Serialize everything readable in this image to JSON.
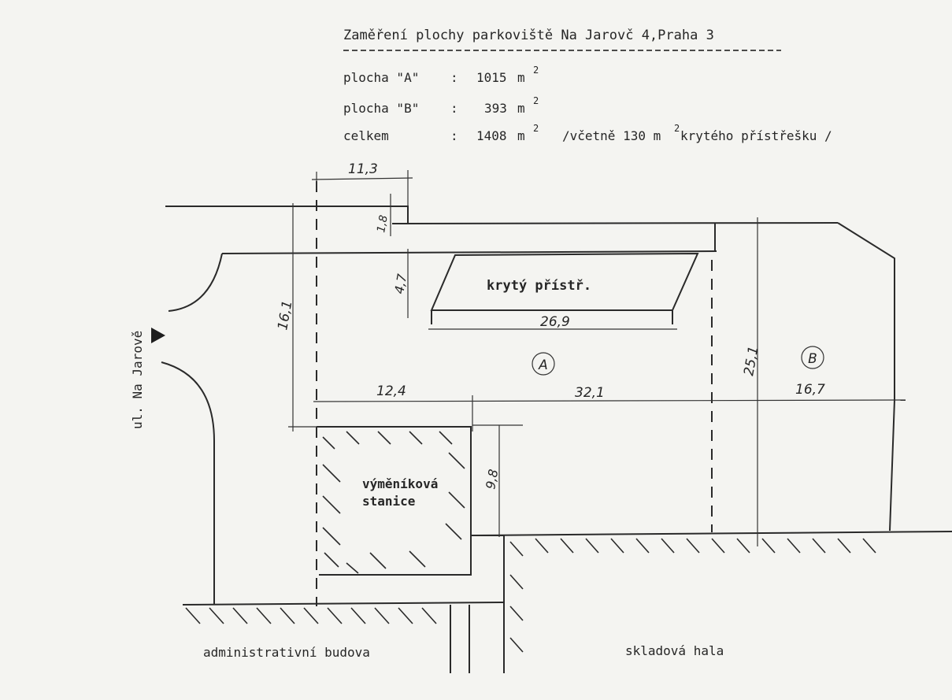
{
  "header": {
    "title": "Zaměření plochy parkoviště Na Jarovč 4,Praha 3",
    "rows": [
      {
        "label": "plocha \"A\"",
        "sep": ":",
        "value": "1015",
        "unit": "m",
        "sup": "2",
        "note": "",
        "note_sup": "",
        "note_end": ""
      },
      {
        "label": "plocha \"B\"",
        "sep": ":",
        "value": "393",
        "unit": "m",
        "sup": "2",
        "note": "",
        "note_sup": "",
        "note_end": ""
      },
      {
        "label": "celkem",
        "sep": ":",
        "value": "1408",
        "unit": "m",
        "sup": "2",
        "note": "/včetně 130 m",
        "note_sup": "2",
        "note_end": " krytého přístřešku /"
      }
    ]
  },
  "street": {
    "label": "ul. Na Jarově"
  },
  "areas": {
    "a": "A",
    "b": "B",
    "shelter": "krytý přístř."
  },
  "station": {
    "line1": "výměníková",
    "line2": "stanice"
  },
  "buildings": {
    "left": "administrativní budova",
    "right": "skladová hala"
  },
  "dimensions": {
    "d11_3": "11,3",
    "d1_8": "1,8",
    "d4_7": "4,7",
    "d16_1": "16,1",
    "d26_9": "26,9",
    "d12_4": "12,4",
    "d32_1": "32,1",
    "d16_7": "16,7",
    "d25_1": "25,1",
    "d9_8": "9,8"
  }
}
